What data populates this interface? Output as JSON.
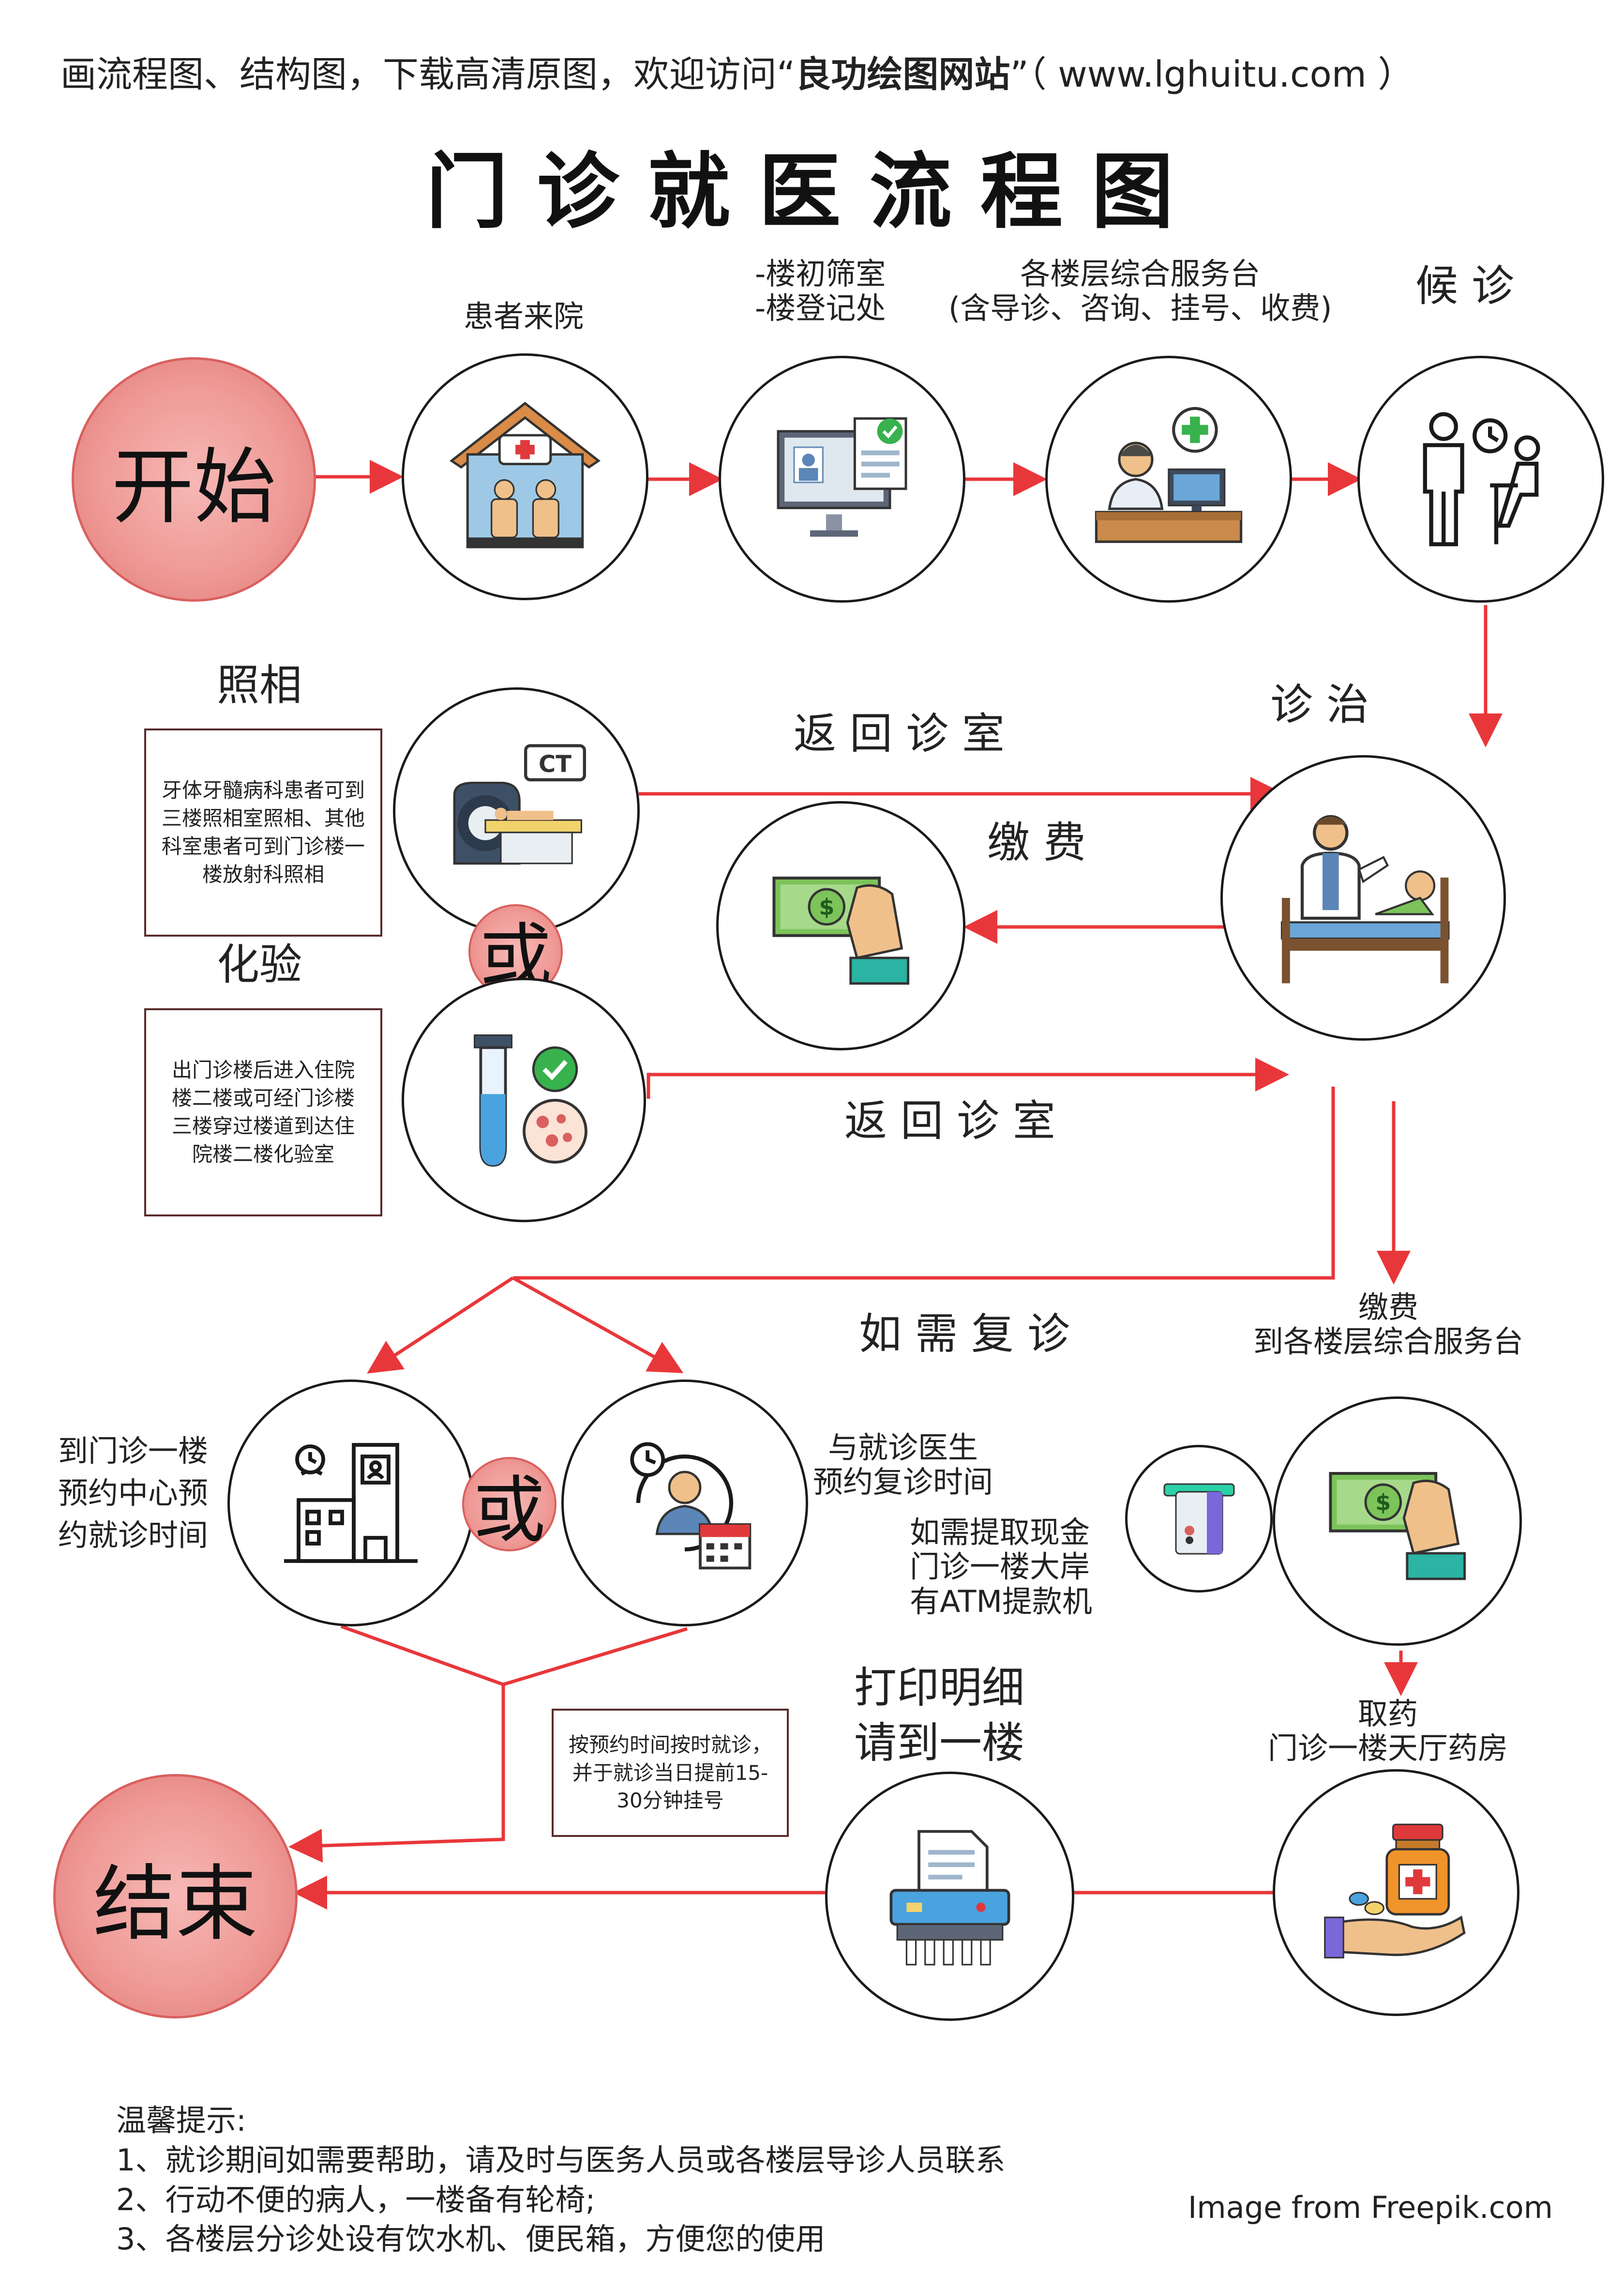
{
  "banner": {
    "prefix": "画流程图、结构图，下载高清原图，欢迎访问“",
    "site_name": "良功绘图网站",
    "suffix": "”（ www.lghuitu.com ）"
  },
  "title": "门 诊 就 医 流 程 图",
  "terminals": {
    "start": "开始",
    "end": "结束"
  },
  "steps": {
    "arrive": {
      "label": "患者来院"
    },
    "screening": {
      "line1": "-楼初筛室",
      "line2": "-楼登记处"
    },
    "service_desk": {
      "line1": "各楼层综合服务台",
      "line2": "(含导诊、咨询、挂号、收费)"
    },
    "waiting": {
      "label": "候 诊"
    },
    "treatment": {
      "label": "诊 治"
    },
    "photo": {
      "label": "照相",
      "note": "牙体牙髓病科患者可到三楼照相室照相、其他科室患者可到门诊楼一楼放射科照相"
    },
    "lab": {
      "label": "化验",
      "note": "出门诊楼后进入住院楼二楼或可经门诊楼三楼穿过楼道到达住院楼二楼化验室"
    },
    "pay_mid": {
      "label": "缴 费"
    },
    "pay_desk": {
      "line1": "缴费",
      "line2": "到各楼层综合服务台"
    },
    "atm": {
      "line1": "如需提取现金",
      "line2": "门诊一楼大岸",
      "line3": "有ATM提款机"
    },
    "medicine": {
      "line1": "取药",
      "line2": "门诊一楼天厅药房"
    },
    "print": {
      "line1": "打印明细",
      "line2": "请到一楼"
    },
    "appt_center": {
      "line1": "到门诊一楼",
      "line2": "预约中心预",
      "line3": "约就诊时间"
    },
    "appt_doctor": {
      "line1": "与就诊医生",
      "line2": "预约复诊时间"
    },
    "followup_note": "按预约时间按时就诊，并于就诊当日提前15-30分钟挂号"
  },
  "edges": {
    "return_1": "返 回 诊 室",
    "return_2": "返 回 诊 室",
    "revisit": "如 需 复 诊"
  },
  "or_label": "或",
  "icons": {
    "hospital": "hospital-icon",
    "registration": "registration-computer-icon",
    "reception": "reception-desk-icon",
    "waiting": "waiting-patient-icon",
    "ct": "ct-scanner-icon",
    "lab": "test-tube-icon",
    "cash": "cash-payment-icon",
    "doctor": "doctor-bed-icon",
    "appointment": "appointment-building-icon",
    "doctor_calendar": "doctor-calendar-icon",
    "atm": "atm-card-icon",
    "medicine": "medicine-bottle-icon",
    "printer": "printer-icon"
  },
  "colors": {
    "arrow": "#e8373a",
    "terminal": "#ef9a96",
    "ink": "#1a1a1a"
  },
  "tips": {
    "heading": "温馨提示:",
    "items": [
      "1、就诊期间如需要帮助，请及时与医务人员或各楼层导诊人员联系",
      "2、行动不便的病人，一楼备有轮椅;",
      "3、各楼层分诊处设有饮水机、便民箱，方便您的使用"
    ]
  },
  "credit": "Image from Freepik.com"
}
